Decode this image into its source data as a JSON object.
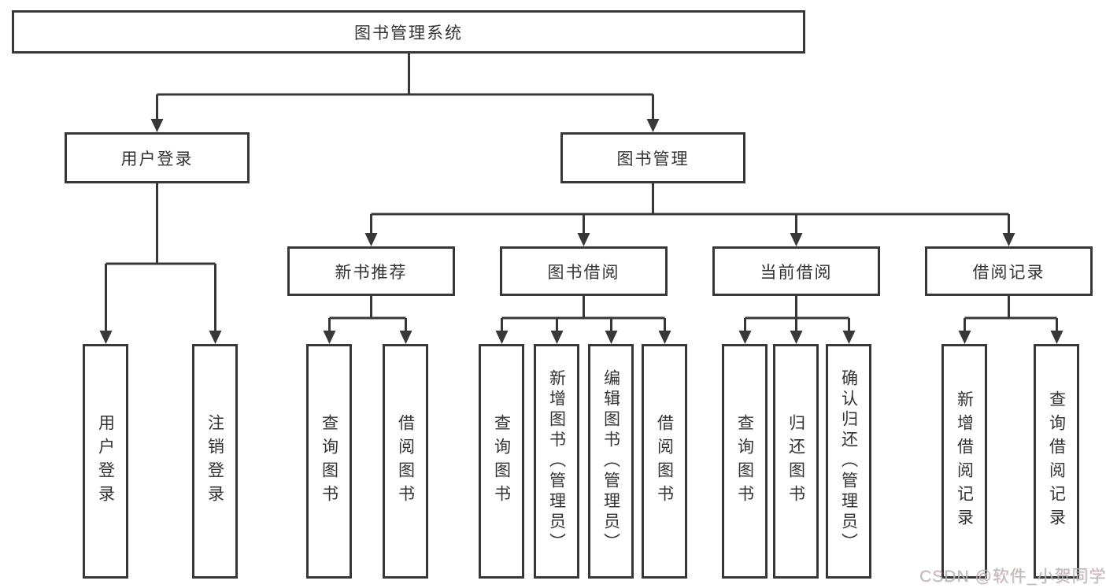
{
  "root": {
    "label": "图书管理系统"
  },
  "branches": [
    {
      "label": "用户登录",
      "children": [
        {
          "label": "用户登录"
        },
        {
          "label": "注销登录"
        }
      ]
    },
    {
      "label": "图书管理",
      "children": [
        {
          "label": "新书推荐",
          "children": [
            {
              "label": "查询图书"
            },
            {
              "label": "借阅图书"
            }
          ]
        },
        {
          "label": "图书借阅",
          "children": [
            {
              "label": "查询图书"
            },
            {
              "label": "新增图书（管理员）"
            },
            {
              "label": "编辑图书（管理员）"
            },
            {
              "label": "借阅图书"
            }
          ]
        },
        {
          "label": "当前借阅",
          "children": [
            {
              "label": "查询图书"
            },
            {
              "label": "归还图书"
            },
            {
              "label": "确认归还（管理员）"
            }
          ]
        },
        {
          "label": "借阅记录",
          "children": [
            {
              "label": "新增借阅记录"
            },
            {
              "label": "查询借阅记录"
            }
          ]
        }
      ]
    }
  ],
  "watermark": {
    "text": "CSDN @软件_小贺同学"
  },
  "colors": {
    "line": "#383838",
    "text": "#333333",
    "box_background": "#ffffff",
    "watermark": "#b6b6b6"
  }
}
